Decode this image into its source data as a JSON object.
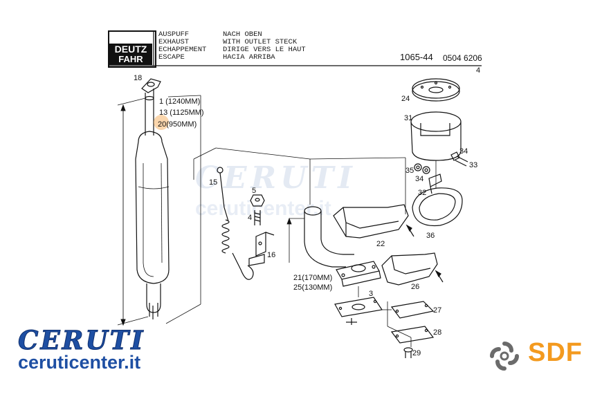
{
  "header": {
    "logo_line1": "DEUTZ",
    "logo_line2": "FAHR",
    "lang_col1": [
      "AUSPUFF",
      "EXHAUST",
      "ECHAPPEMENT",
      "ESCAPE"
    ],
    "lang_col2": [
      "NACH OBEN",
      "WITH OUTLET STECK",
      "DIRIGE VERS LE HAUT",
      "HACIA ARRIBA"
    ],
    "ref_number": "1065-44",
    "ref_code": "0504 6206",
    "sheet": "4"
  },
  "parts": {
    "p18": "18",
    "p1": "1 (1240MM)",
    "p13": "13 (1125MM)",
    "p20": "20(950MM)",
    "p15": "15",
    "p5": "5",
    "p4": "4",
    "p16": "16",
    "p21": "21(170MM)",
    "p25": "25(130MM)",
    "p3": "3",
    "p22": "22",
    "p26": "26",
    "p24": "24",
    "p31": "31",
    "p34a": "34",
    "p33": "33",
    "p35": "35",
    "p34b": "34",
    "p32": "32",
    "p36": "36",
    "p27": "27",
    "p28": "28",
    "p29": "29"
  },
  "colors": {
    "line": "#111111",
    "highlight": "#f6b56a",
    "brand_blue": "#1e4fa3",
    "sdf_orange": "#f39a1f",
    "sdf_grey": "#6b6b6b"
  },
  "watermark": {
    "big": "CERUTI",
    "small": "ceruticenter.it"
  },
  "branding": {
    "wordmark": "CERUTI",
    "site": "ceruticenter.it",
    "sdf": "SDF",
    "sdf_icon": "sdf-swirl-icon"
  }
}
